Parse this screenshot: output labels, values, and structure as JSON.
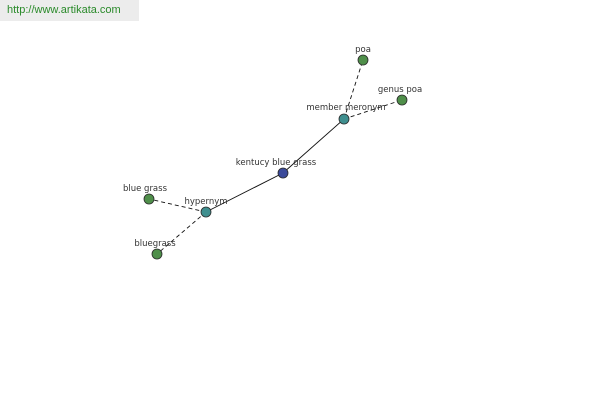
{
  "banner": {
    "url": "http://www.artikata.com"
  },
  "graph": {
    "colors": {
      "center": "#3b4a9a",
      "relation": "#3f8f8f",
      "leaf": "#4f8f4a",
      "stroke": "#2a2a2a",
      "edge": "#111111"
    },
    "nodes": [
      {
        "id": "center",
        "label": "kentucy blue grass",
        "role": "center"
      },
      {
        "id": "hypernym",
        "label": "hypernym",
        "role": "relation"
      },
      {
        "id": "member-meronym",
        "label": "member meronym",
        "role": "relation"
      },
      {
        "id": "poa",
        "label": "poa",
        "role": "leaf"
      },
      {
        "id": "genus-poa",
        "label": "genus poa",
        "role": "leaf"
      },
      {
        "id": "blue-grass",
        "label": "blue grass",
        "role": "leaf"
      },
      {
        "id": "bluegrass",
        "label": "bluegrass",
        "role": "leaf"
      }
    ],
    "edges": [
      {
        "from": "center",
        "to": "hypernym",
        "style": "solid"
      },
      {
        "from": "center",
        "to": "member-meronym",
        "style": "solid"
      },
      {
        "from": "member-meronym",
        "to": "poa",
        "style": "dashed"
      },
      {
        "from": "member-meronym",
        "to": "genus-poa",
        "style": "dashed"
      },
      {
        "from": "hypernym",
        "to": "blue-grass",
        "style": "dashed"
      },
      {
        "from": "hypernym",
        "to": "bluegrass",
        "style": "dashed"
      }
    ]
  }
}
